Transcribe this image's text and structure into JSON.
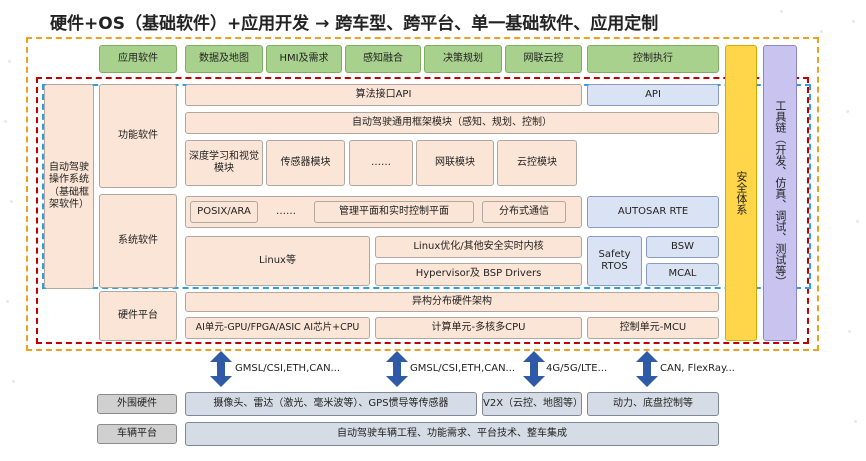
{
  "title": "硬件+OS（基础软件）+应用开发 → 跨车型、跨平台、单一基础软件、应用定制",
  "rows": {
    "app": "应用软件",
    "func": "功能软件",
    "sys": "系统软件",
    "hw": "硬件平台",
    "ext": "外围硬件",
    "veh": "车辆平台"
  },
  "adsos": "自动驾驶操作系统（基础框架软件）",
  "apps": [
    "数据及地图",
    "HMI及需求",
    "感知融合",
    "决策规划",
    "网联云控",
    "控制执行"
  ],
  "algo_api": "算法接口API",
  "api": "API",
  "framework": "自动驾驶通用框架模块（感知、规划、控制）",
  "modules": [
    "深度学习和视觉模块",
    "传感器模块",
    "……",
    "网联模块",
    "云控模块"
  ],
  "posix": "POSIX/ARA",
  "ellipsis": "……",
  "mgmt": "管理平面和实时控制平面",
  "dds": "分布式通信",
  "autosar": "AUTOSAR RTE",
  "linux": "Linux等",
  "linux_opt": "Linux优化/其他安全实时内核",
  "hypervisor": "Hypervisor及 BSP Drivers",
  "safety_rtos": "Safety RTOS",
  "bsw": "BSW",
  "mcal": "MCAL",
  "safety": "安全体系",
  "toolchain": "工具链（开发、仿真、调试、测试等）",
  "hetero": "异构分布硬件架构",
  "ai_unit": "AI单元-GPU/FPGA/ASIC AI芯片+CPU",
  "compute": "计算单元-多核多CPU",
  "control": "控制单元-MCU",
  "interfaces": [
    "GMSL/CSI,ETH,CAN...",
    "GMSL/CSI,ETH,CAN...",
    "4G/5G/LTE...",
    "CAN, FlexRay..."
  ],
  "ext_items": [
    "摄像头、雷达（激光、毫米波等）、GPS惯导等传感器",
    "V2X（云控、地图等）",
    "动力、底盘控制等"
  ],
  "vehicle": "自动驾驶车辆工程、功能需求、平台技术、整车集成",
  "colors": {
    "green": "#a9d18e",
    "peach": "#fbe5d6",
    "blue": "#dae3f3",
    "yellow": "#ffd54a",
    "lavender": "#c9c3ef",
    "gray": "#d0d0d0",
    "arrow": "#2f5aa8",
    "orange_dash": "#f0a020",
    "red_dash": "#c00000",
    "blue_dash": "#2e9ee6"
  }
}
